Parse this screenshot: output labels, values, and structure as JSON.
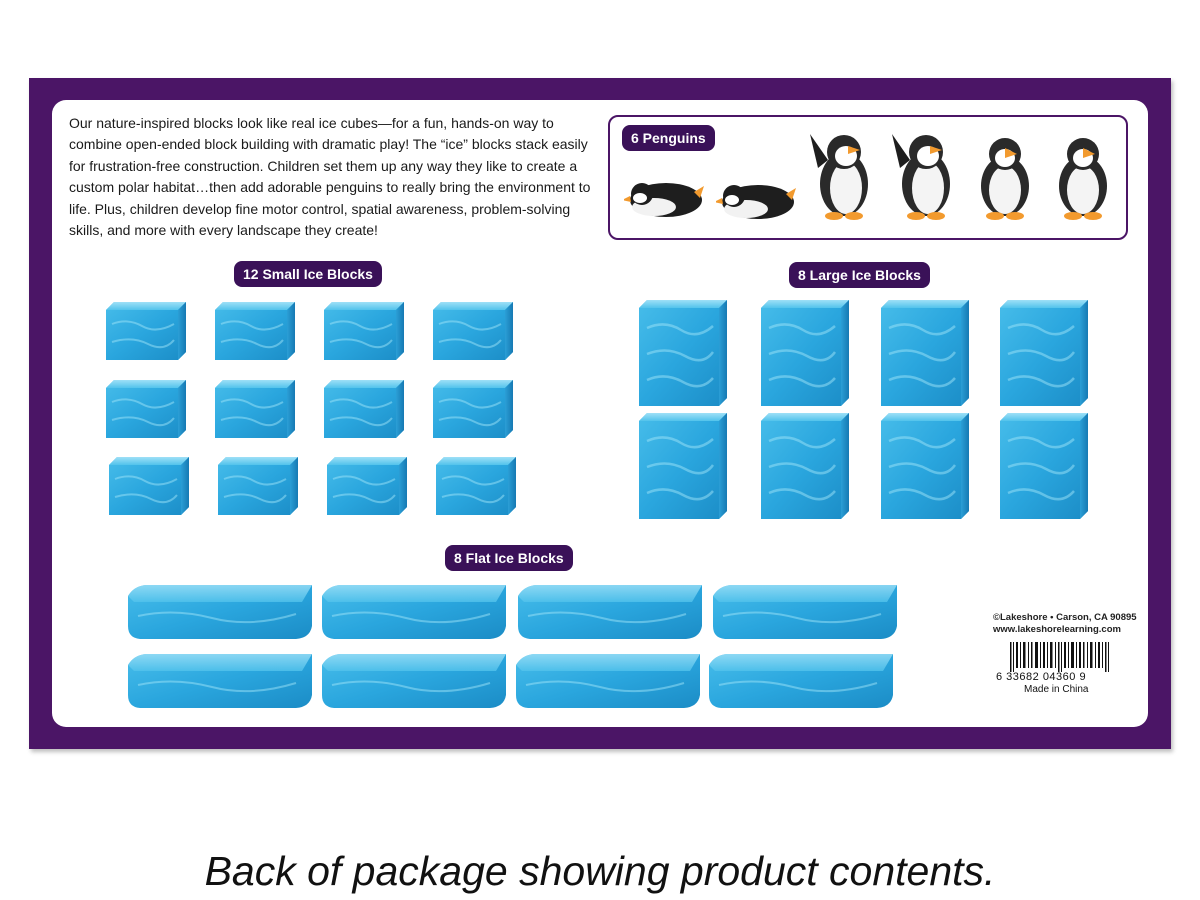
{
  "description": "Our nature-inspired blocks look like real ice cubes—for a fun, hands-on way to combine open-ended block building with dramatic play! The “ice” blocks stack easily for frustration-free construction. Children set them up any way they like to create a custom polar habitat…then add adorable penguins to really bring the environment to life. Plus, children develop fine motor control, spatial awareness, problem-solving skills, and more with every landscape they create!",
  "labels": {
    "penguins": "6 Penguins",
    "small_blocks": "12 Small Ice Blocks",
    "large_blocks": "8 Large Ice Blocks",
    "flat_blocks": "8 Flat Ice Blocks"
  },
  "legal": {
    "company": "©Lakeshore • Carson, CA 90895",
    "website": "www.lakeshorelearning.com",
    "barcode_number": "6 33682 04360 9",
    "made_in": "Made in China"
  },
  "caption": "Back of package showing product contents.",
  "colors": {
    "frame": "#4b1566",
    "label_bg": "#3a1158",
    "ice": "#3fb8e8",
    "ice_dark": "#1e8fc4"
  }
}
